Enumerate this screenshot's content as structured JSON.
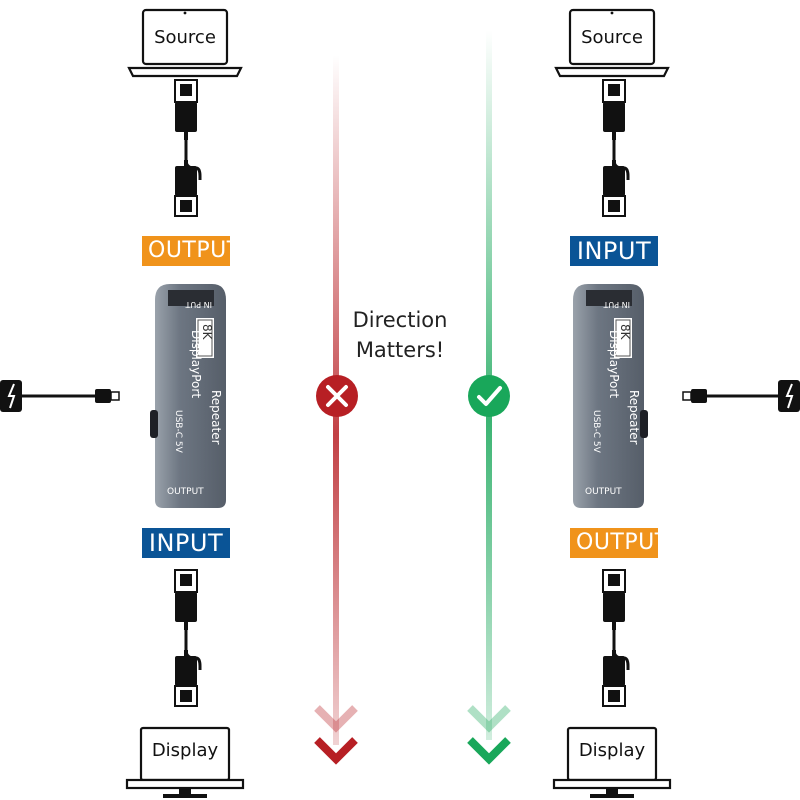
{
  "center_message": {
    "line1": "Direction",
    "line2": "Matters!"
  },
  "left_panel": {
    "source_label": "Source",
    "top_tag": "OUTPUT",
    "bottom_tag": "INPUT",
    "display_label": "Display",
    "verdict": "wrong",
    "device": {
      "badge": "8K",
      "name_line1": "DisplayPort",
      "name_line2": "Repeater",
      "port_top": "IN PUT",
      "port_side": "USB-C 5V",
      "port_bottom": "OUTPUT"
    }
  },
  "right_panel": {
    "source_label": "Source",
    "top_tag": "INPUT",
    "bottom_tag": "OUTPUT",
    "display_label": "Display",
    "verdict": "correct",
    "device": {
      "badge": "8K",
      "name_line1": "DisplayPort",
      "name_line2": "Repeater",
      "port_top": "IN PUT",
      "port_side": "USB-C 5V",
      "port_bottom": "OUTPUT"
    }
  },
  "colors": {
    "wrong": "#b71f24",
    "correct": "#19a75a",
    "output_tag": "#f0931b",
    "input_tag": "#0a5496",
    "device": "#6b7480"
  },
  "icons": [
    "laptop-icon",
    "displayport-cable-icon",
    "power-adapter-icon",
    "cross-icon",
    "check-icon",
    "monitor-icon",
    "chevron-down-icon"
  ]
}
